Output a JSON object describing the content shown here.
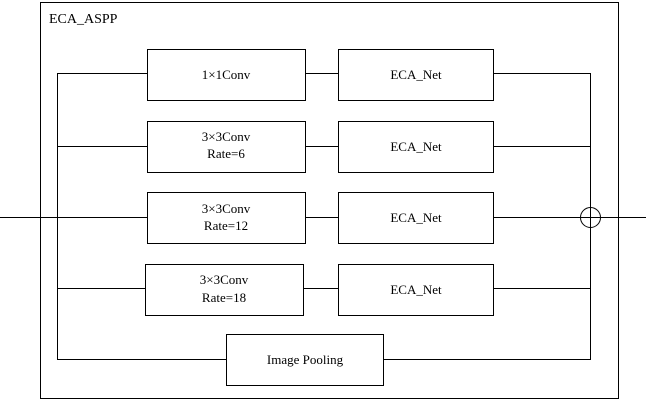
{
  "title": "ECA_ASPP",
  "branches": [
    {
      "conv_line1": "1×1Conv",
      "conv_line2": "",
      "eca_label": "ECA_Net"
    },
    {
      "conv_line1": "3×3Conv",
      "conv_line2": "Rate=6",
      "eca_label": "ECA_Net"
    },
    {
      "conv_line1": "3×3Conv",
      "conv_line2": "Rate=12",
      "eca_label": "ECA_Net"
    },
    {
      "conv_line1": "3×3Conv",
      "conv_line2": "Rate=18",
      "eca_label": "ECA_Net"
    }
  ],
  "pooling_label": "Image Pooling",
  "merge_symbol": "concat-circle"
}
